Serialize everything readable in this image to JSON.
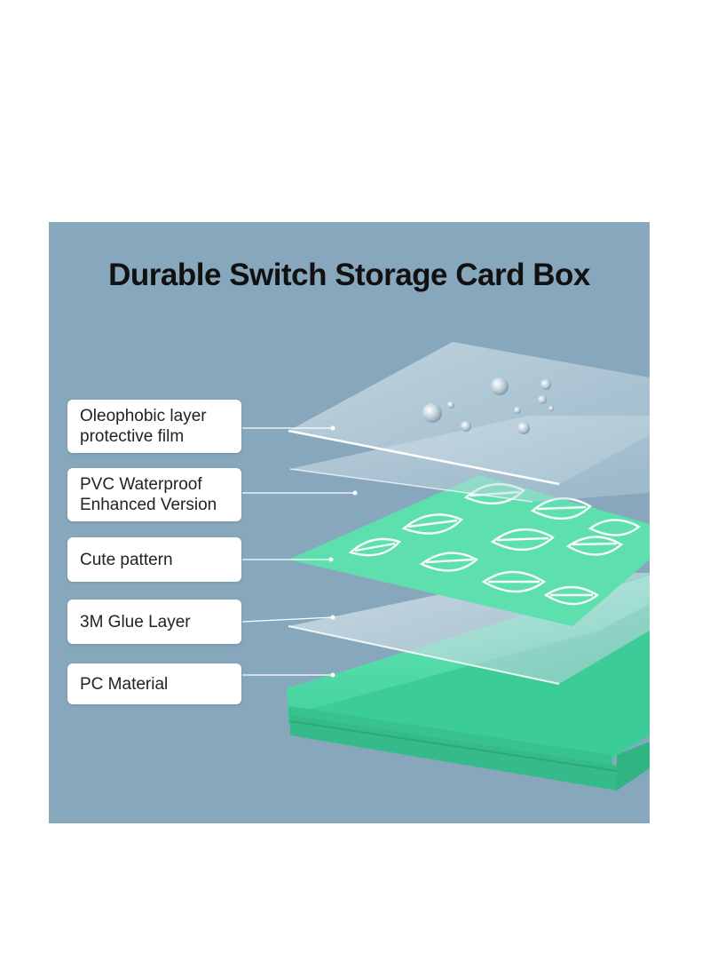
{
  "title": "Durable Switch Storage Card Box",
  "labels": [
    {
      "lines": [
        "Oleophobic layer",
        "protective film"
      ]
    },
    {
      "lines": [
        "PVC Waterproof",
        "Enhanced Version"
      ]
    },
    {
      "lines": [
        "Cute pattern"
      ]
    },
    {
      "lines": [
        "3M Glue Layer"
      ]
    },
    {
      "lines": [
        "PC Material"
      ]
    }
  ],
  "colors": {
    "background": "#87a7bc",
    "accent_green": "#5fe0b0",
    "film": "#c9dde6"
  },
  "icons": [
    "leaf-pattern",
    "water-droplet"
  ]
}
